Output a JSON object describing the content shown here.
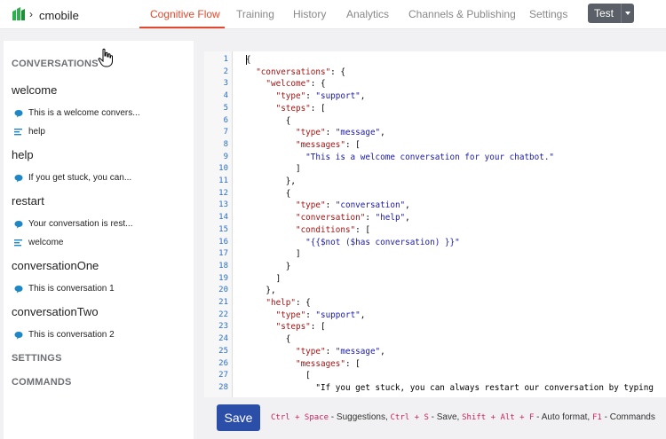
{
  "app": {
    "name": "cmobile"
  },
  "nav": {
    "tabs": [
      "Cognitive Flow",
      "Training",
      "History",
      "Analytics",
      "Channels & Publishing",
      "Settings"
    ],
    "test_label": "Test"
  },
  "sidebar": {
    "conversations_heading": "CONVERSATIONS",
    "conversations": [
      {
        "name": "welcome",
        "steps": [
          {
            "type": "message",
            "text": "This is a welcome convers..."
          },
          {
            "type": "conversation",
            "text": "help"
          }
        ]
      },
      {
        "name": "help",
        "steps": [
          {
            "type": "message",
            "text": "If you get stuck, you can..."
          }
        ]
      },
      {
        "name": "restart",
        "steps": [
          {
            "type": "message",
            "text": "Your conversation is rest..."
          },
          {
            "type": "conversation",
            "text": "welcome"
          }
        ]
      },
      {
        "name": "conversationOne",
        "steps": [
          {
            "type": "message",
            "text": "This is conversation 1"
          }
        ]
      },
      {
        "name": "conversationTwo",
        "steps": [
          {
            "type": "message",
            "text": "This is conversation 2"
          }
        ]
      }
    ],
    "settings_heading": "SETTINGS",
    "commands_heading": "COMMANDS"
  },
  "editor": {
    "line_numbers": [
      "1",
      "2",
      "3",
      "4",
      "5",
      "6",
      "7",
      "8",
      "9",
      "10",
      "11",
      "12",
      "13",
      "14",
      "15",
      "16",
      "17",
      "18",
      "19",
      "20",
      "21",
      "22",
      "23",
      "24",
      "25",
      "26",
      "27",
      "28"
    ],
    "lines": [
      "{",
      "  \"conversations\": {",
      "    \"welcome\": {",
      "      \"type\": \"support\",",
      "      \"steps\": [",
      "        {",
      "          \"type\": \"message\",",
      "          \"messages\": [",
      "            \"This is a welcome conversation for your chatbot.\"",
      "          ]",
      "        },",
      "        {",
      "          \"type\": \"conversation\",",
      "          \"conversation\": \"help\",",
      "          \"conditions\": [",
      "            \"{{$not ($has conversation) }}\"",
      "          ]",
      "        }",
      "      ]",
      "    },",
      "    \"help\": {",
      "      \"type\": \"support\",",
      "      \"steps\": [",
      "        {",
      "          \"type\": \"message\",",
      "          \"messages\": [",
      "            [",
      "              \"If you get stuck, you can always restart our conversation by typing"
    ]
  },
  "footer": {
    "save_label": "Save",
    "hint_parts": [
      {
        "kbd": "Ctrl + Space",
        "text": " - Suggestions, "
      },
      {
        "kbd": "Ctrl + S",
        "text": " - Save, "
      },
      {
        "kbd": "Shift + Alt + F",
        "text": " - Auto format, "
      },
      {
        "kbd": "F1",
        "text": " - Commands"
      }
    ]
  },
  "colors": {
    "accent": "#e0492e",
    "brand_green": "#2bb24c",
    "primary_button": "#2b4fa8",
    "icon_blue": "#1e88c7"
  }
}
